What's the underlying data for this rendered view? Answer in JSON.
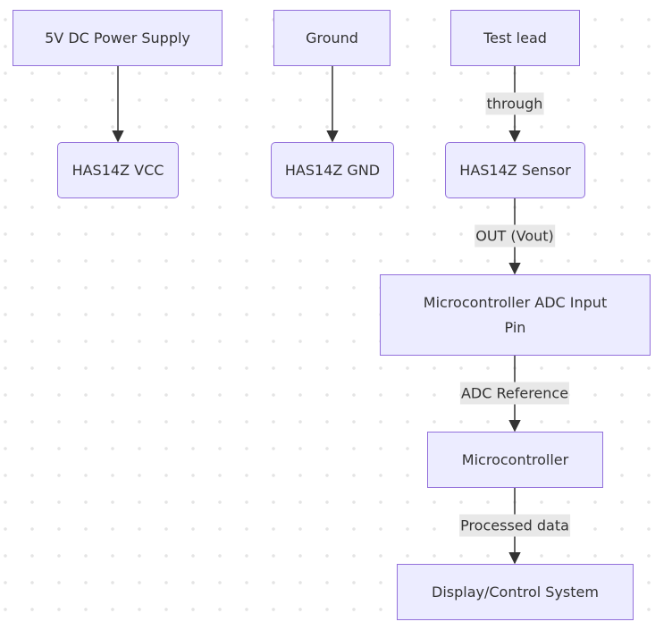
{
  "diagram": {
    "type": "flowchart",
    "direction": "top-down",
    "colors": {
      "node_fill": "#ececff",
      "node_border": "#9370db",
      "edge": "#333333",
      "label_bg": "#e8e8e8",
      "text": "#333333"
    },
    "nodes": {
      "power": "5V DC Power Supply",
      "ground": "Ground",
      "testlead": "Test lead",
      "vcc": "HAS14Z VCC",
      "gnd": "HAS14Z GND",
      "sensor": "HAS14Z Sensor",
      "adc_line1": "Microcontroller ADC Input",
      "adc_line2": "Pin",
      "mcu": "Microcontroller",
      "display": "Display/Control System"
    },
    "edges": [
      {
        "from": "5V DC Power Supply",
        "to": "HAS14Z VCC",
        "label": ""
      },
      {
        "from": "Ground",
        "to": "HAS14Z GND",
        "label": ""
      },
      {
        "from": "Test lead",
        "to": "HAS14Z Sensor",
        "label": "through"
      },
      {
        "from": "HAS14Z Sensor",
        "to": "Microcontroller ADC Input Pin",
        "label": "OUT (Vout)"
      },
      {
        "from": "Microcontroller ADC Input Pin",
        "to": "Microcontroller",
        "label": "ADC Reference"
      },
      {
        "from": "Microcontroller",
        "to": "Display/Control System",
        "label": "Processed data"
      }
    ],
    "edge_labels": {
      "through": "through",
      "out": "OUT (Vout)",
      "adcref": "ADC Reference",
      "processed": "Processed data"
    }
  }
}
